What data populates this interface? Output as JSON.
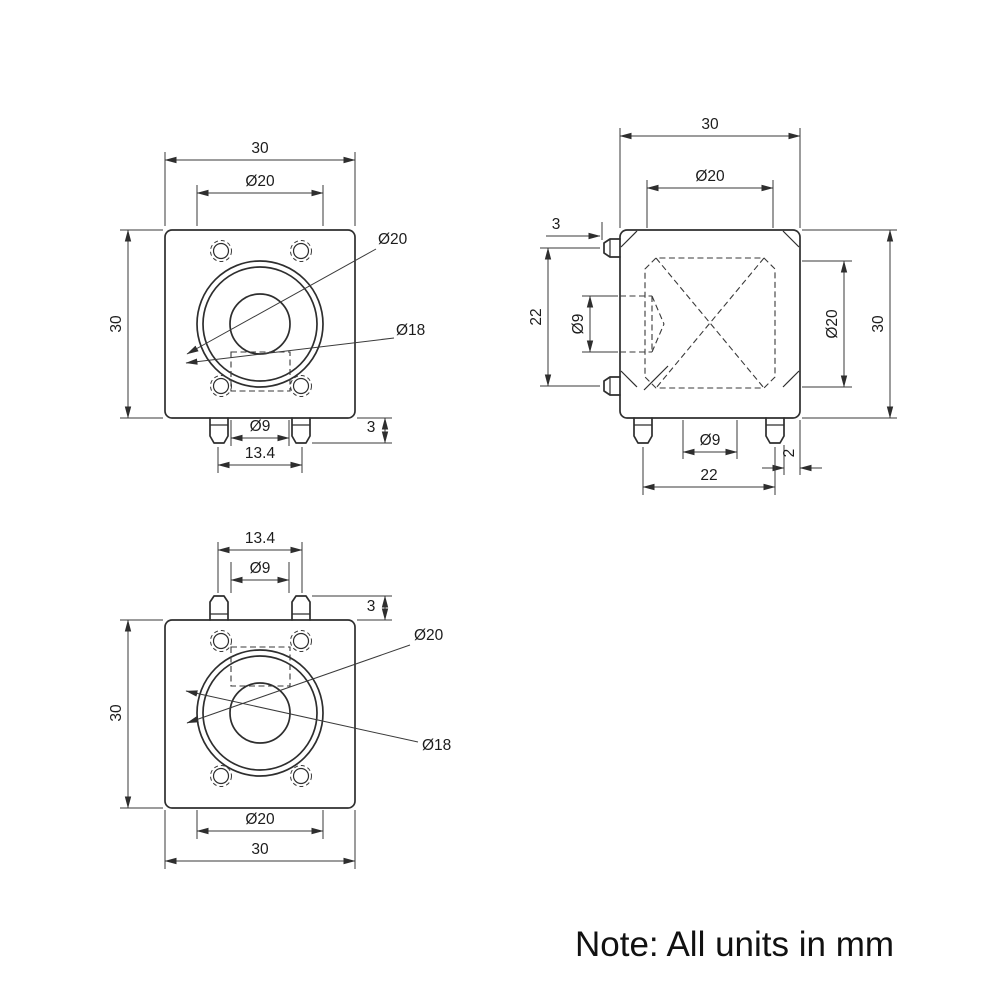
{
  "note": "Note: All units in mm",
  "top_view": {
    "overall_width": "30",
    "counterbore_dia": "Ø20",
    "overall_height": "30",
    "outer_dia_label": "Ø20",
    "inner_dia_label": "Ø18",
    "center_bore_dia": "Ø9",
    "pin_spacing": "13.4",
    "pin_protrusion": "3"
  },
  "side_view": {
    "overall_width": "30",
    "counterbore_dia": "Ø20",
    "tab_protrusion": "3",
    "tab_spacing": "22",
    "side_bore_dia": "Ø9",
    "bore_depth_dia": "Ø20",
    "overall_height": "30",
    "center_bore_dia": "Ø9",
    "pin_edge_offset": "2",
    "pin_spacing": "22"
  },
  "bottom_view": {
    "pin_spacing": "13.4",
    "center_bore_dia": "Ø9",
    "pin_protrusion": "3",
    "outer_dia_label": "Ø20",
    "inner_dia_label": "Ø18",
    "overall_height": "30",
    "counterbore_dia": "Ø20",
    "overall_width": "30"
  }
}
